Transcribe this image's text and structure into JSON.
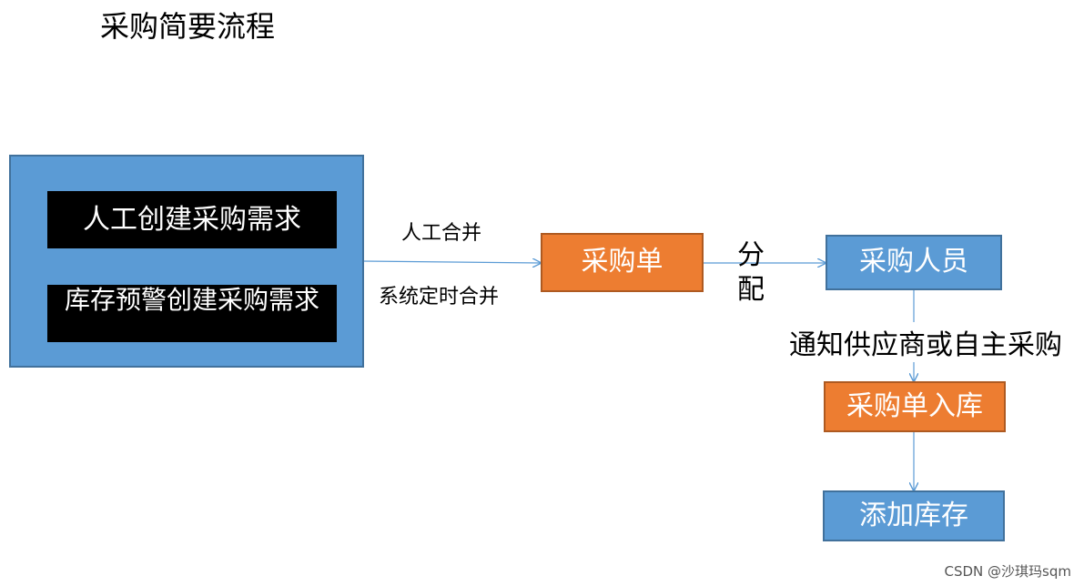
{
  "title": "采购简要流程",
  "nodes": {
    "manual_demand": "人工创建采购需求",
    "stock_alert_demand": "库存预警创建采购需求",
    "purchase_order": "采购单",
    "purchaser": "采购人员",
    "po_inbound": "采购单入库",
    "add_stock": "添加库存"
  },
  "edges": {
    "manual_merge": "人工合并",
    "auto_merge": "系统定时合并",
    "assign_line1": "分",
    "assign_line2": "配",
    "notify": "通知供应商或自主采购"
  },
  "watermark": "CSDN @沙琪玛sqm",
  "colors": {
    "blue": "#5B9BD5",
    "orange": "#ED7D31",
    "arrow": "#5B9BD5"
  }
}
